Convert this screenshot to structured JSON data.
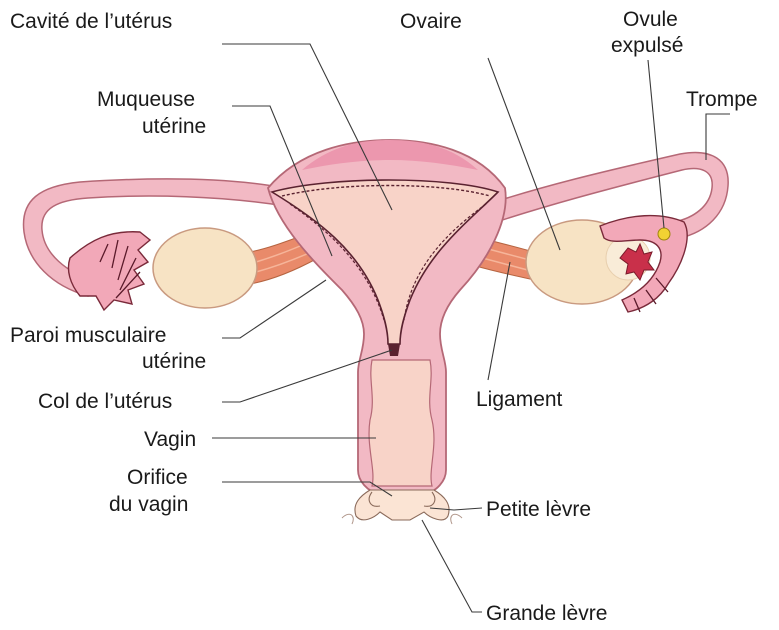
{
  "labels": {
    "cavite": "Cavité de l’utérus",
    "ovaire": "Ovaire",
    "ovule_line1": "Ovule",
    "ovule_line2": "expulsé",
    "trompe": "Trompe",
    "muqueuse_line1": "Muqueuse",
    "muqueuse_line2": "utérine",
    "paroi_line1": "Paroi musculaire",
    "paroi_line2": "utérine",
    "col": "Col de l’utérus",
    "vagin": "Vagin",
    "orifice_line1": "Orifice",
    "orifice_line2": "du vagin",
    "ligament": "Ligament",
    "petite_levre": "Petite lèvre",
    "grande_levre": "Grande lèvre"
  },
  "colors": {
    "tissue_outer": "#f2b9c4",
    "tissue_inner": "#f8d3c8",
    "uterus_top": "#f0a7bd",
    "ovary": "#f7e3c4",
    "ligament": "#e98a6a",
    "ovule": "#f2d233",
    "lining_line": "#5a2230"
  }
}
